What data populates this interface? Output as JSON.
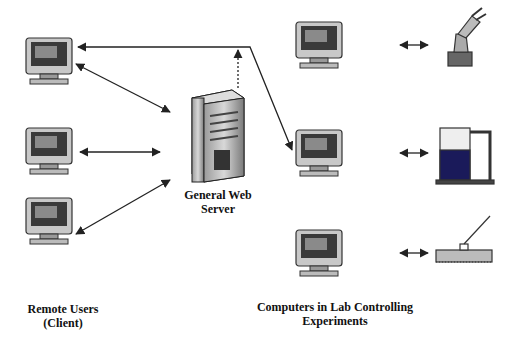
{
  "diagram": {
    "nodes": [
      {
        "text": [
          "General Web Server"
        ]
      }
    ],
    "labels": [
      "Remote Users (Client)",
      "Computers in Lab Controlling Experiments"
    ]
  }
}
